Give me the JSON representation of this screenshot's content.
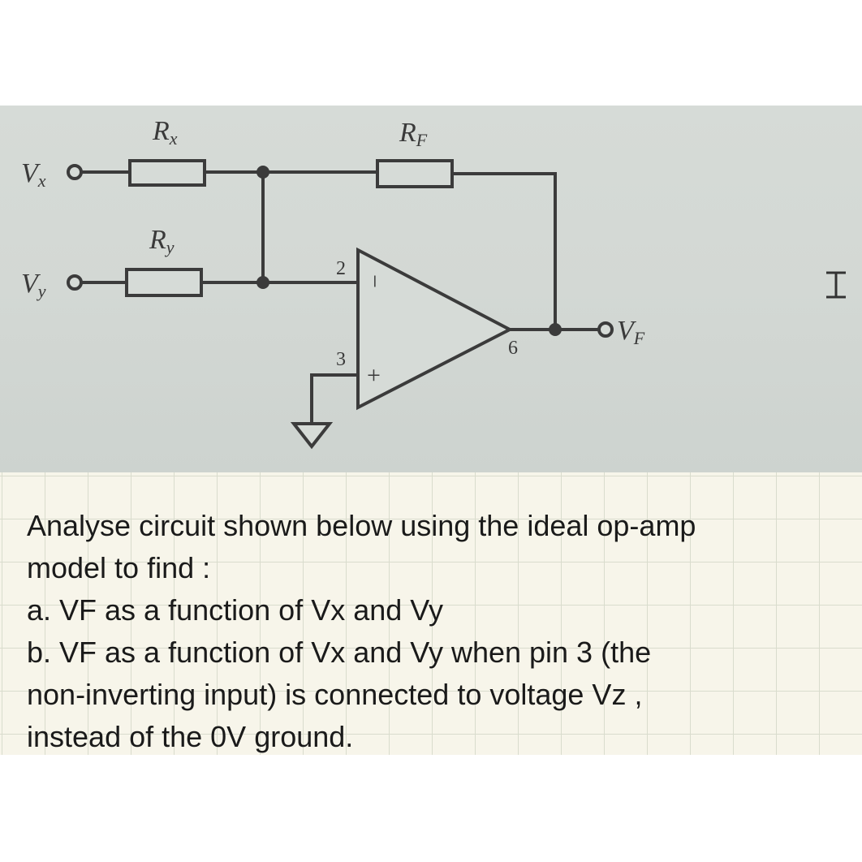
{
  "diagram": {
    "labels": {
      "rx": {
        "main": "R",
        "sub": "x"
      },
      "rf": {
        "main": "R",
        "sub": "F"
      },
      "ry": {
        "main": "R",
        "sub": "y"
      },
      "vx": {
        "main": "V",
        "sub": "x"
      },
      "vy": {
        "main": "V",
        "sub": "y"
      },
      "vf": {
        "main": "V",
        "sub": "F"
      },
      "pin2": "2",
      "pin3": "3",
      "pin6": "6",
      "minus": "−",
      "plus": "+"
    }
  },
  "question": {
    "lines": [
      "Analyse circuit shown below using the ideal op-amp",
      "model to find :",
      "a. VF as a function of Vx and Vy",
      "b. VF as a function of Vx and Vy when pin 3 (the",
      "non-inverting input) is connected to voltage Vz ,",
      "instead of the 0V ground."
    ]
  }
}
